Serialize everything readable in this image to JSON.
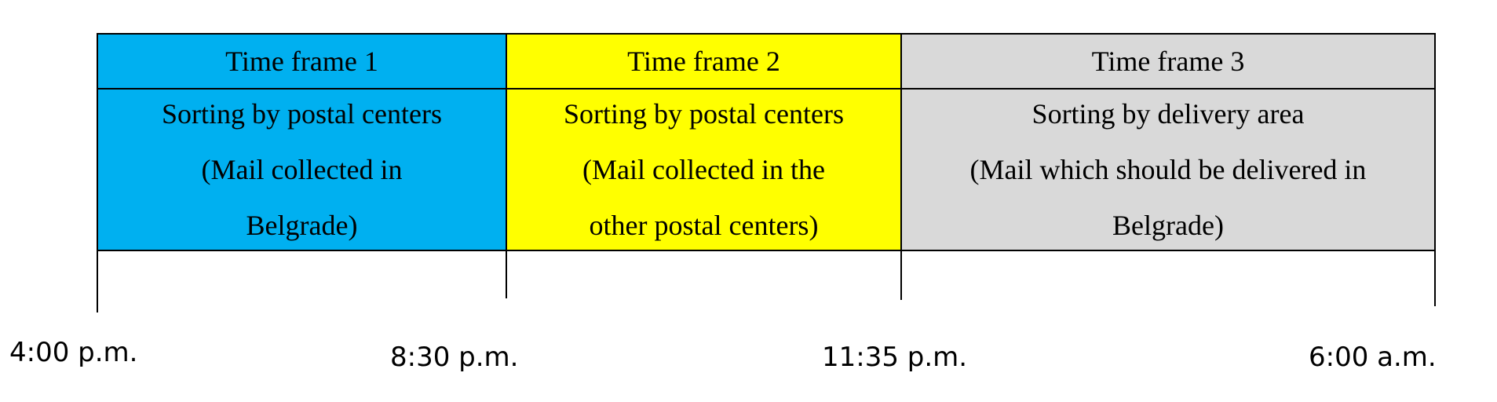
{
  "frames": [
    {
      "title": "Time frame 1",
      "lines": [
        "Sorting by postal centers",
        "(Mail collected in",
        "Belgrade)"
      ],
      "color": "#00b0f0"
    },
    {
      "title": "Time frame 2",
      "lines": [
        "Sorting by postal centers",
        "(Mail collected in the",
        "other postal centers)"
      ],
      "color": "#ffff00"
    },
    {
      "title": "Time frame 3",
      "lines": [
        "Sorting by delivery area",
        "(Mail which should be delivered in",
        "Belgrade)"
      ],
      "color": "#d9d9d9"
    }
  ],
  "timeline": {
    "times": [
      "4:00 p.m.",
      "8:30 p.m.",
      "11:35 p.m.",
      "6:00 a.m."
    ]
  }
}
